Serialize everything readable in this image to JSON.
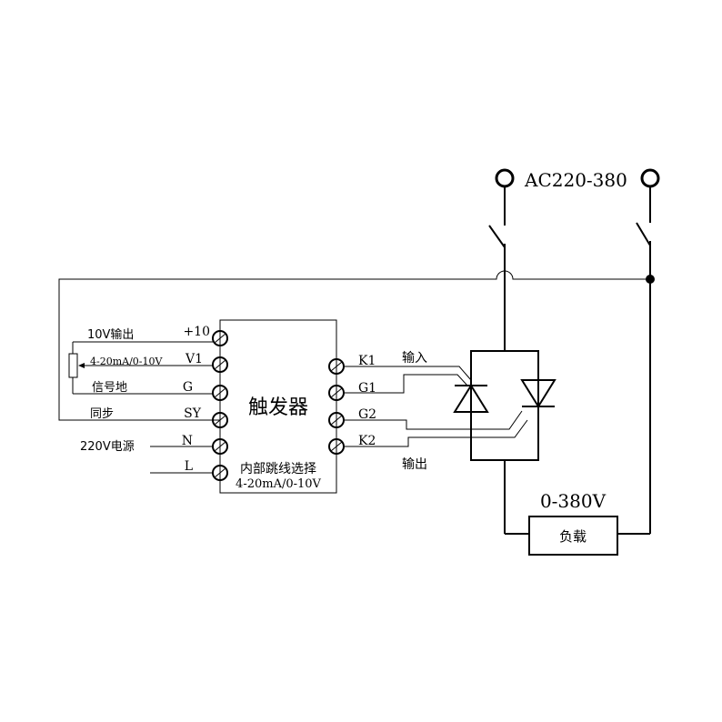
{
  "supply_label": "AC220-380",
  "trigger_title": "触发器",
  "left_terminals": [
    {
      "pin": "+10",
      "wire": "10V输出"
    },
    {
      "pin": "V1",
      "wire": "4-20mA/0-10V"
    },
    {
      "pin": "G",
      "wire": "信号地"
    },
    {
      "pin": "SY",
      "wire": "同步"
    },
    {
      "pin": "N",
      "wire": "220V电源"
    },
    {
      "pin": "L",
      "wire": ""
    }
  ],
  "right_terminals": [
    {
      "pin": "K1"
    },
    {
      "pin": "G1"
    },
    {
      "pin": "G2"
    },
    {
      "pin": "K2"
    }
  ],
  "jumper_note_line1": "内部跳线选择",
  "jumper_note_line2": "4-20mA/0-10V",
  "input_label": "输入",
  "output_label": "输出",
  "load_voltage": "0-380V",
  "load_label": "负载"
}
